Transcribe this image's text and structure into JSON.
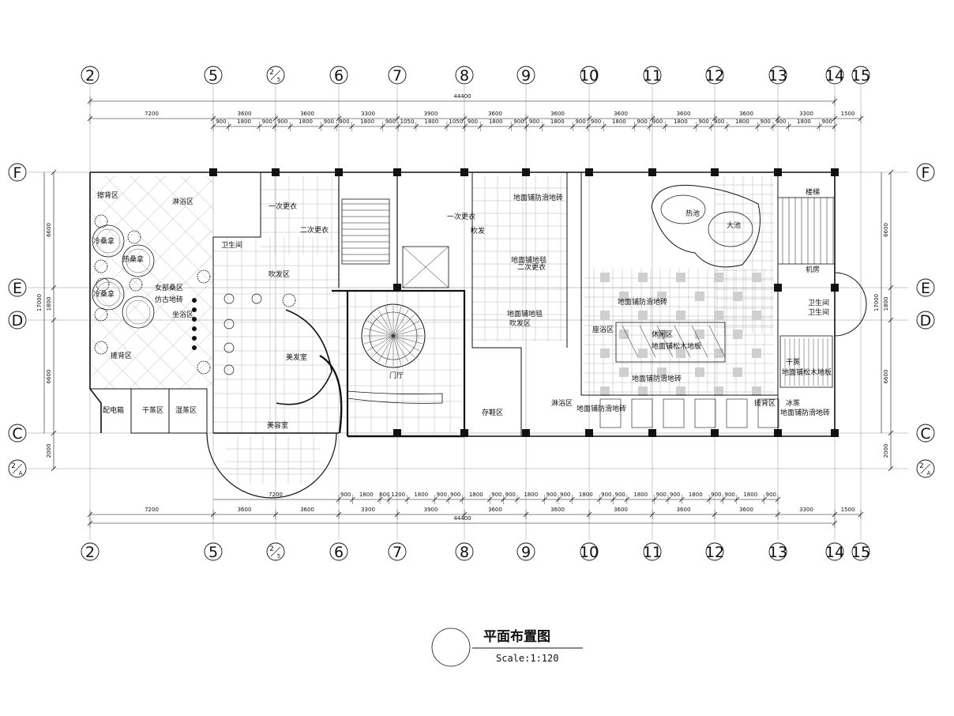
{
  "colors": {
    "line": "#111111",
    "tile": "#9a9a9a",
    "hatch": "#555555",
    "paper": "#ffffff"
  },
  "vertical_axes": [
    "2",
    "5",
    "2/5",
    "6",
    "7",
    "8",
    "9",
    "10",
    "11",
    "12",
    "13",
    "14",
    "15"
  ],
  "horizontal_axes": [
    "F",
    "E",
    "D",
    "C",
    "2/A"
  ],
  "dimensions": {
    "total_top": "44400",
    "total_bottom": "44400",
    "top_bays": [
      "7200",
      "3600",
      "3600",
      "3300",
      "3900",
      "3600",
      "3600",
      "3600",
      "3600",
      "3600",
      "3300",
      "1500"
    ],
    "top_sub": [
      "900",
      "1800",
      "900",
      "900",
      "1800",
      "900",
      "900",
      "1800",
      "900",
      "1050",
      "1800",
      "1050",
      "900",
      "1800",
      "900",
      "900",
      "1800",
      "900",
      "900",
      "1800",
      "900",
      "900",
      "1800",
      "900",
      "900",
      "1800",
      "900",
      "900",
      "1800",
      "900"
    ],
    "bottom_bays": [
      "7200",
      "3600",
      "3600",
      "3300",
      "3900",
      "3600",
      "3600",
      "3600",
      "3600",
      "3600",
      "3300",
      "1500"
    ],
    "bottom_sub": [
      "900",
      "1800",
      "600",
      "1200",
      "1800",
      "900",
      "900",
      "1800",
      "900",
      "900",
      "1800",
      "900",
      "900",
      "1800",
      "900",
      "900",
      "1800",
      "900",
      "900",
      "1800",
      "900",
      "900",
      "1800",
      "900"
    ],
    "bottom_sub_lead": "7200",
    "left_side": [
      "6600",
      "1800",
      "6600",
      "2000"
    ],
    "left_total": "17000",
    "right_side": [
      "6600",
      "1800",
      "6600",
      "2000"
    ],
    "right_total": "17000"
  },
  "rooms": [
    {
      "label": "擦背区"
    },
    {
      "label": "淋浴区"
    },
    {
      "label": "冷桑拿"
    },
    {
      "label": "热桑拿"
    },
    {
      "label": "冷桑拿"
    },
    {
      "label": "女部桑区"
    },
    {
      "label": "仿古地砖"
    },
    {
      "label": "坐浴区"
    },
    {
      "label": "搓背区"
    },
    {
      "label": "配电箱"
    },
    {
      "label": "干蒸区"
    },
    {
      "label": "湿蒸区"
    },
    {
      "label": "卫生间"
    },
    {
      "label": "一次更衣"
    },
    {
      "label": "二次更衣"
    },
    {
      "label": "吹发区"
    },
    {
      "label": "美发室"
    },
    {
      "label": "美容室"
    },
    {
      "label": "门厅"
    },
    {
      "label": "一次更衣"
    },
    {
      "label": "吹发"
    },
    {
      "label": "地面铺防滑地砖"
    },
    {
      "label": "地面铺地毯"
    },
    {
      "label": "二次更衣"
    },
    {
      "label": "地面铺地毯"
    },
    {
      "label": "吹发区"
    },
    {
      "label": "存鞋区"
    },
    {
      "label": "淋浴区"
    },
    {
      "label": "地面铺防滑地砖"
    },
    {
      "label": "搓背区"
    },
    {
      "label": "座浴区"
    },
    {
      "label": "休闲区"
    },
    {
      "label": "地面铺松木地板"
    },
    {
      "label": "地面铺防滑地砖"
    },
    {
      "label": "地面铺防滑地砖"
    },
    {
      "label": "热池"
    },
    {
      "label": "大池"
    },
    {
      "label": "楼梯"
    },
    {
      "label": "机房"
    },
    {
      "label": "卫生间"
    },
    {
      "label": "卫生间"
    },
    {
      "label": "干蒸"
    },
    {
      "label": "地面铺松木地板"
    },
    {
      "label": "冰蒸"
    },
    {
      "label": "地面铺防滑地砖"
    }
  ],
  "caption": {
    "title": "平面布置图",
    "scale": "Scale:1:120"
  }
}
